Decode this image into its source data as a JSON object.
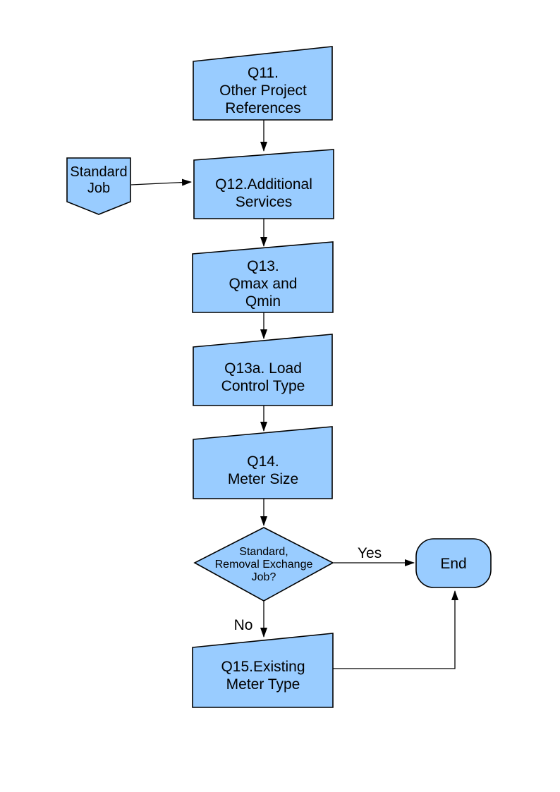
{
  "diagram": {
    "colors": {
      "node_fill": "#99CCFF",
      "node_stroke": "#000000",
      "background": "#FFFFFF",
      "text": "#000000"
    },
    "nodes": {
      "q11": {
        "type": "process-slant-top",
        "lines": [
          "Q11.",
          "Other Project",
          "References"
        ]
      },
      "standard_job": {
        "type": "off-page-connector",
        "lines": [
          "Standard",
          "Job"
        ]
      },
      "q12": {
        "type": "process-slant-top",
        "lines": [
          "Q12.Additional",
          "Services"
        ]
      },
      "q13": {
        "type": "process-slant-top",
        "lines": [
          "Q13.",
          "Qmax and",
          "Qmin"
        ]
      },
      "q13a": {
        "type": "process-slant-top",
        "lines": [
          "Q13a. Load",
          "Control Type"
        ]
      },
      "q14": {
        "type": "process-slant-top",
        "lines": [
          "Q14.",
          "Meter Size"
        ]
      },
      "decision": {
        "type": "decision-diamond",
        "lines": [
          "Standard,",
          "Removal Exchange",
          "Job?"
        ]
      },
      "end": {
        "type": "terminator",
        "label": "End"
      },
      "q15": {
        "type": "process-slant-top",
        "lines": [
          "Q15.Existing",
          "Meter Type"
        ]
      }
    },
    "edge_labels": {
      "yes": "Yes",
      "no": "No"
    }
  }
}
